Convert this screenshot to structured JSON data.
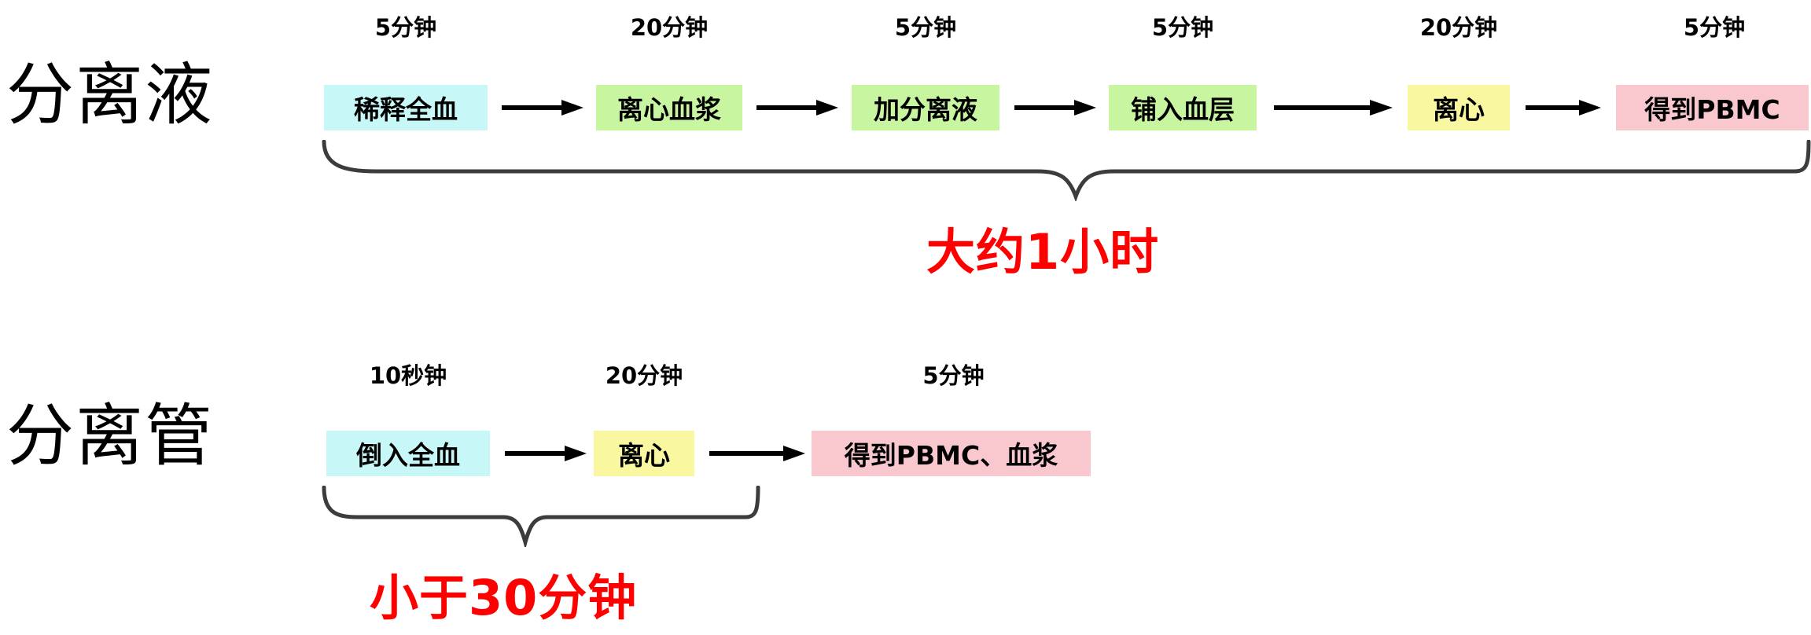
{
  "diagram": {
    "title_visible": false,
    "colors": {
      "cyan_box": "#c8f7f7",
      "green_box": "#c8f5a0",
      "yellow_box": "#f9f7a0",
      "pink_box": "#f9c8cf",
      "red_text": "#ff0000",
      "arrow": "#000000",
      "brace": "#404040",
      "background": "#ffffff"
    },
    "rows": [
      {
        "id": "row-separation-medium",
        "label": "分离液",
        "summary": "大约1小时",
        "steps": [
          {
            "duration": "5分钟",
            "text": "稀释全血",
            "color": "cyan"
          },
          {
            "duration": "20分钟",
            "text": "离心血浆",
            "color": "green"
          },
          {
            "duration": "5分钟",
            "text": "加分离液",
            "color": "green"
          },
          {
            "duration": "5分钟",
            "text": "铺入血层",
            "color": "green"
          },
          {
            "duration": "20分钟",
            "text": "离心",
            "color": "yellow"
          },
          {
            "duration": "5分钟",
            "text": "得到PBMC",
            "color": "pink"
          }
        ]
      },
      {
        "id": "row-separation-tube",
        "label": "分离管",
        "summary": "小于30分钟",
        "steps": [
          {
            "duration": "10秒钟",
            "text": "倒入全血",
            "color": "cyan"
          },
          {
            "duration": "20分钟",
            "text": "离心",
            "color": "yellow"
          },
          {
            "duration": "5分钟",
            "text": "得到PBMC、血浆",
            "color": "pink"
          }
        ]
      }
    ]
  }
}
